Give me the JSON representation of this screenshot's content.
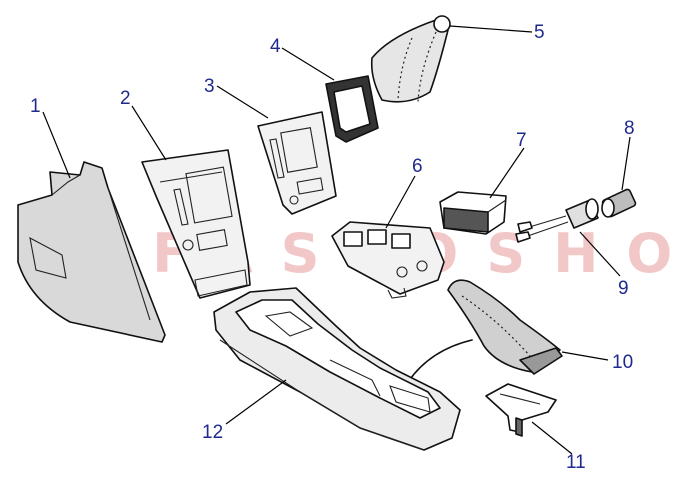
{
  "watermark": "ALFASTOSHOP",
  "colors": {
    "label": "#1f2a8c",
    "line": "#000000",
    "watermark": "#f2c7c7",
    "background": "#ffffff"
  },
  "callouts": [
    {
      "id": "1",
      "label": "1"
    },
    {
      "id": "2",
      "label": "2"
    },
    {
      "id": "3",
      "label": "3"
    },
    {
      "id": "4",
      "label": "4"
    },
    {
      "id": "5",
      "label": "5"
    },
    {
      "id": "6",
      "label": "6"
    },
    {
      "id": "7",
      "label": "7"
    },
    {
      "id": "8",
      "label": "8"
    },
    {
      "id": "9",
      "label": "9"
    },
    {
      "id": "10",
      "label": "10"
    },
    {
      "id": "11",
      "label": "11"
    },
    {
      "id": "12",
      "label": "12"
    }
  ]
}
